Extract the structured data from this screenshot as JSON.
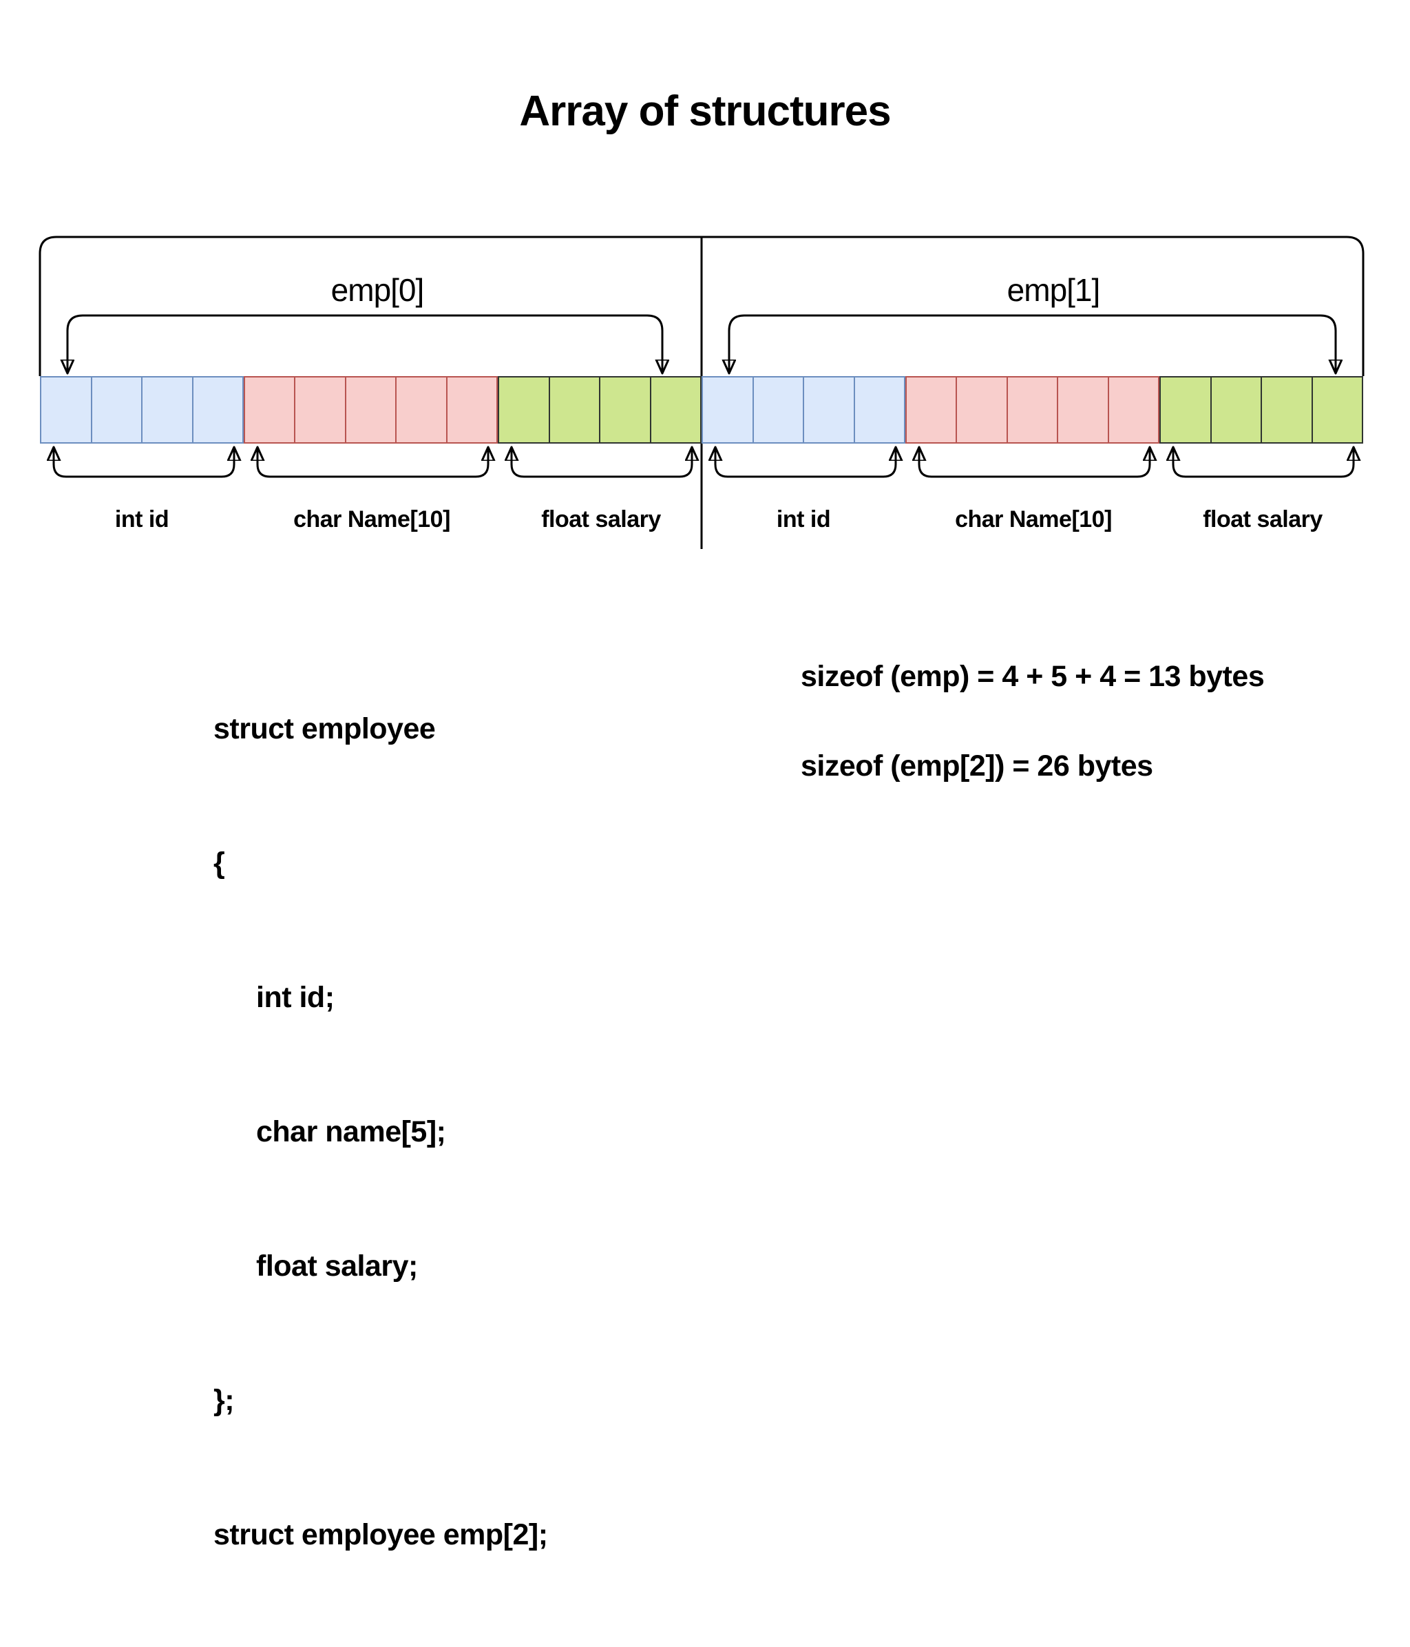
{
  "title": "Array of structures",
  "diagram": {
    "structs": [
      {
        "label": "emp[0]",
        "fields": [
          {
            "label": "int id",
            "bytes": 4,
            "color": "blue"
          },
          {
            "label": "char Name[10]",
            "bytes": 5,
            "color": "red"
          },
          {
            "label": "float salary",
            "bytes": 4,
            "color": "green"
          }
        ]
      },
      {
        "label": "emp[1]",
        "fields": [
          {
            "label": "int id",
            "bytes": 4,
            "color": "blue"
          },
          {
            "label": "char Name[10]",
            "bytes": 5,
            "color": "red"
          },
          {
            "label": "float salary",
            "bytes": 4,
            "color": "green"
          }
        ]
      }
    ],
    "colors": {
      "blue": {
        "fill": "#dbe8fb",
        "border": "#6c8ebf"
      },
      "red": {
        "fill": "#f8cecc",
        "border": "#b85450"
      },
      "green": {
        "fill": "#cee68f",
        "border": "#2f3430"
      },
      "line": "#000000"
    }
  },
  "code": {
    "lines": [
      "struct employee",
      "{",
      "int id;",
      "char name[5];",
      "float salary;",
      "};",
      "struct employee emp[2];"
    ]
  },
  "notes": {
    "sizeof_emp": "sizeof (emp) = 4 + 5 + 4 = 13 bytes",
    "sizeof_emp2": "sizeof (emp[2]) = 26 bytes"
  }
}
